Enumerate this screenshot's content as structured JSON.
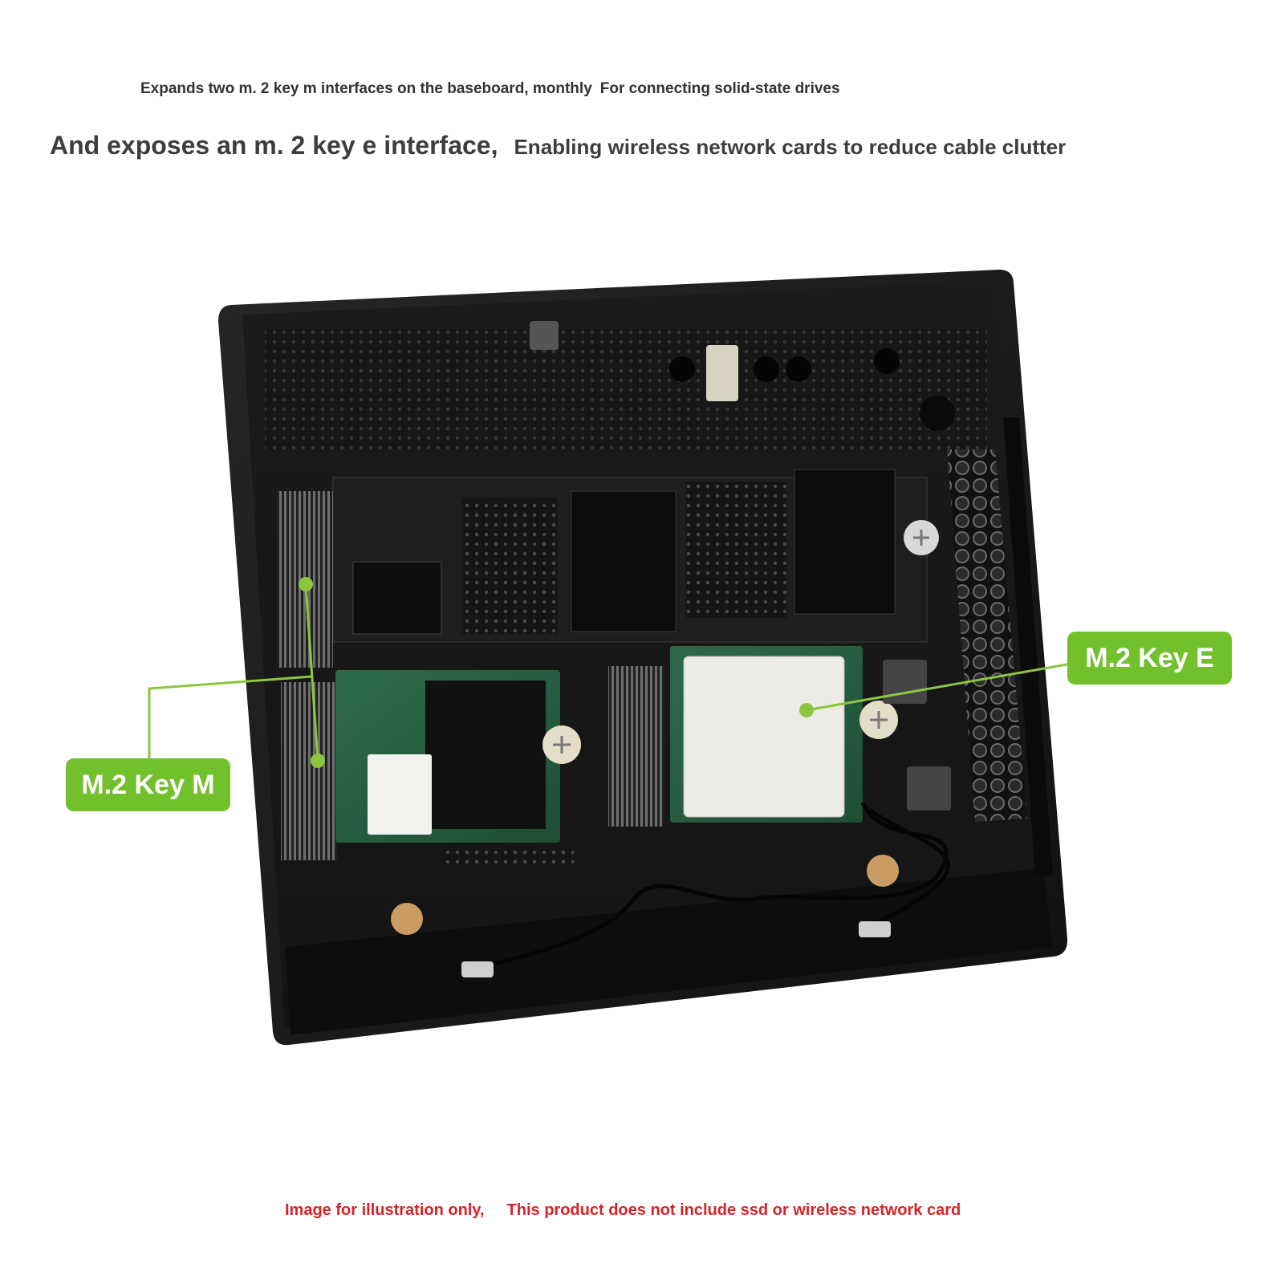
{
  "header": {
    "line1_part1": "Expands two m. 2 key m interfaces on the baseboard, monthly",
    "line1_part2": "For connecting solid-state drives",
    "line2_part1": "And exposes an m. 2 key e interface,",
    "line2_part2": "Enabling wireless network cards to reduce cable clutter"
  },
  "callouts": {
    "key_m": "M.2 Key M",
    "key_e": "M.2 Key E"
  },
  "footer": {
    "note_part1": "Image for illustration only,",
    "note_part2": "This product does not include ssd or wireless network card"
  },
  "colors": {
    "accent": "#72c02c",
    "warning": "#d8232a",
    "text": "#333333"
  }
}
